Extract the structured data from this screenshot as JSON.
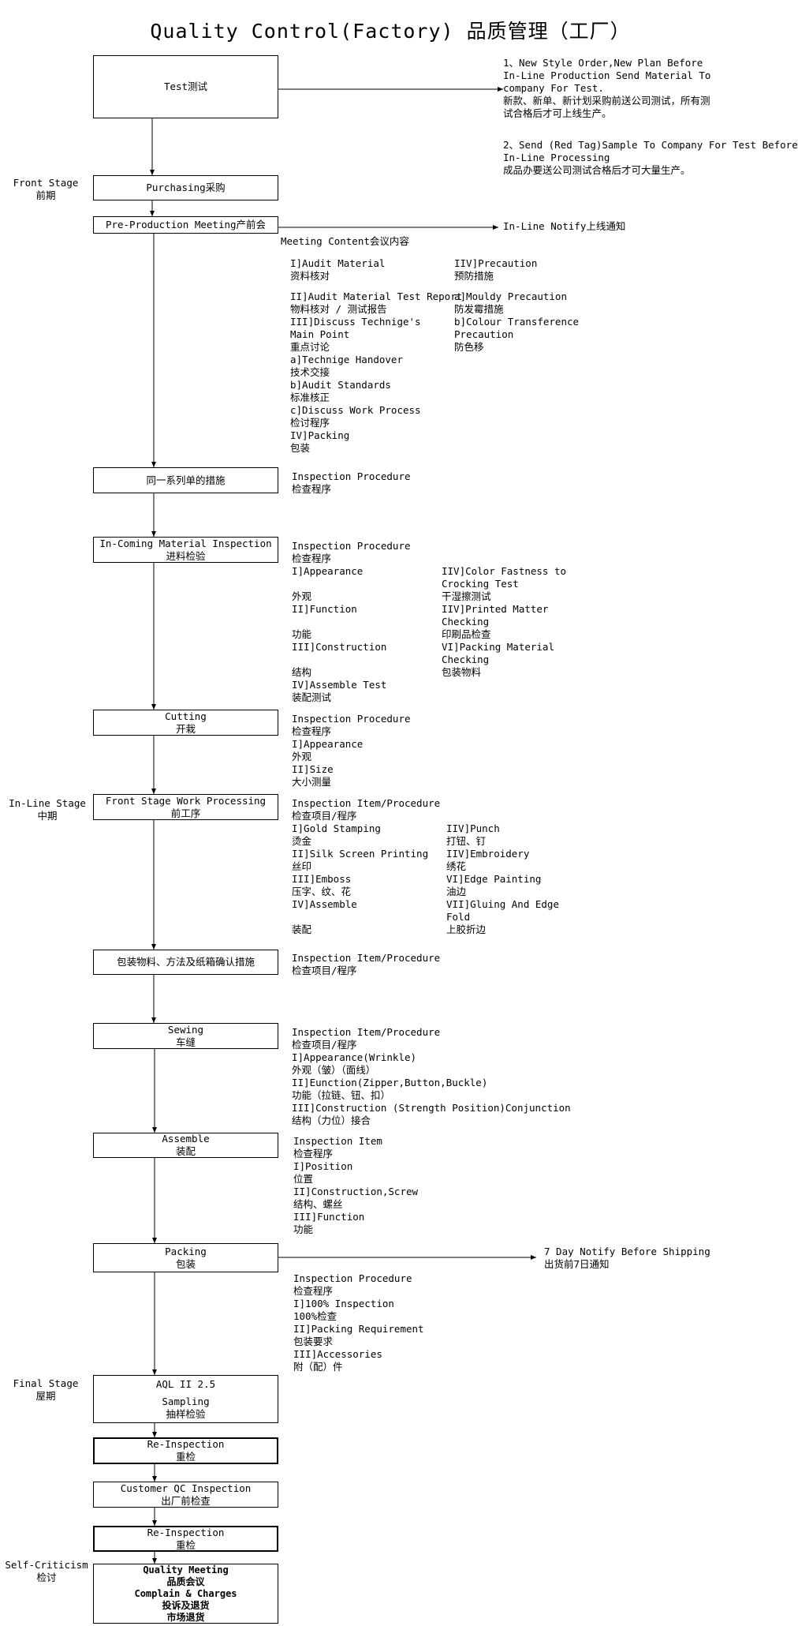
{
  "title": "Quality Control(Factory)  品质管理（工厂）",
  "stages": {
    "front": [
      "Front Stage",
      "前期"
    ],
    "inline": [
      "In-Line Stage",
      "中期"
    ],
    "final": [
      "Final Stage",
      "屋期"
    ],
    "self": [
      "Self-Criticism",
      "检讨"
    ]
  },
  "boxes": {
    "test": [
      "Test测试"
    ],
    "purchasing": [
      "Purchasing采购"
    ],
    "preprod": [
      "Pre-Production Meeting产前会"
    ],
    "series": [
      "同一系列单的措施"
    ],
    "incoming": [
      "In-Coming Material Inspection",
      "进料检验"
    ],
    "cutting": [
      "Cutting",
      "开栽"
    ],
    "frontstage": [
      "Front Stage Work Processing",
      "前工序"
    ],
    "packconfirm": [
      "包装物料、方法及纸箱确认措施"
    ],
    "sewing": [
      "Sewing",
      "车缝"
    ],
    "assemble": [
      "Assemble",
      "装配"
    ],
    "packing": [
      "Packing",
      "包装"
    ],
    "aql": [
      "AQL II  2.5",
      "",
      "Sampling",
      "抽样检验"
    ],
    "reinspect1": [
      "Re-Inspection",
      "重检"
    ],
    "customerqc": [
      "Customer QC Inspection",
      "出厂前检查"
    ],
    "reinspect2": [
      "Re-Inspection",
      "重检"
    ],
    "qualitymeeting": [
      "Quality Meeting",
      "品质会议",
      "Complain & Charges",
      "投诉及退货",
      "市场退货"
    ]
  },
  "notes": {
    "test_note1": [
      "1、New Style Order,New Plan Before",
      "  In-Line Production Send Material To",
      "  company For Test.",
      "新款、新单、新计划采购前送公司测试，所有测",
      "试合格后才可上线生产。"
    ],
    "test_note2": [
      "2、Send (Red Tag)Sample To Company For Test Before",
      "In-Line Processing",
      "成品办要送公司测试合格后才可大量生产。"
    ],
    "inline_notify": "In-Line Notify上线通知",
    "meeting_content": "Meeting Content会议内容",
    "meeting_left": [
      "I]Audit Material",
      "  资料核对",
      "",
      "II]Audit Material Test Report",
      "  物料核对 / 测试报告",
      "III]Discuss Technige's",
      "  Main Point",
      "  重点讨论",
      " a]Technige Handover",
      "  技术交接",
      " b]Audit Standards",
      "  标准核正",
      " c]Discuss Work Process",
      "  检讨程序",
      "IV]Packing",
      "  包装"
    ],
    "meeting_right": [
      "IIV]Precaution",
      "  预防措施",
      "",
      " a]Mouldy Precaution",
      "  防发霉措施",
      " b]Colour Transference",
      "   Precaution",
      "  防色移"
    ],
    "series_proc": [
      "Inspection Procedure",
      "检查程序"
    ],
    "incoming_left": [
      "Inspection Procedure",
      "检查程序",
      "  I]Appearance",
      "",
      "   外观",
      "  II]Function",
      "",
      "   功能",
      " III]Construction",
      "",
      "   结构",
      "  IV]Assemble Test",
      "   装配测试"
    ],
    "incoming_right": [
      "IIV]Color Fastness to",
      "    Crocking Test",
      "    干湿擦测试",
      "IIV]Printed Matter",
      "    Checking",
      "    印刷品检查",
      " VI]Packing Material",
      "    Checking",
      "    包装物料"
    ],
    "cutting_proc": [
      "Inspection Procedure",
      "检查程序",
      "  I]Appearance",
      "   外观",
      "  II]Size",
      "   大小测量"
    ],
    "front_left": [
      "Inspection Item/Procedure",
      "检查项目/程序",
      "  I]Gold Stamping",
      "   烫金",
      " II]Silk Screen Printing",
      "   丝印",
      "III]Emboss",
      "   压字、纹、花",
      " IV]Assemble",
      "",
      "   装配"
    ],
    "front_right": [
      "IIV]Punch",
      "   打钮、钉",
      "IIV]Embroidery",
      "   绣花",
      " VI]Edge Painting",
      "    油边",
      "VII]Gluing And Edge",
      "    Fold",
      "    上胶折边"
    ],
    "packconfirm_proc": [
      "Inspection Item/Procedure",
      "检查项目/程序"
    ],
    "sewing_proc": [
      "Inspection Item/Procedure",
      "检查项目/程序",
      "  I]Appearance(Wrinkle)",
      "   外观（皱）（面线）",
      " II]Eunction(Zipper,Button,Buckle)",
      "   功能（拉链、钮、扣）",
      "III]Construction (Strength Position)Conjunction",
      "   结构（力位）接合"
    ],
    "assemble_proc": [
      "Inspection Item",
      "检查程序",
      "  I]Position",
      "   位置",
      " II]Construction,Screw",
      "   结构、螺丝",
      "III]Function",
      "   功能"
    ],
    "packing_notify": [
      "7 Day Notify Before Shipping",
      "出货前7日通知"
    ],
    "packing_proc": [
      "Inspection Procedure",
      "检查程序",
      "  I]100% Inspection",
      "   100%检查",
      " II]Packing Requirement",
      "   包装要求",
      "III]Accessories",
      "   附（配）件"
    ]
  }
}
